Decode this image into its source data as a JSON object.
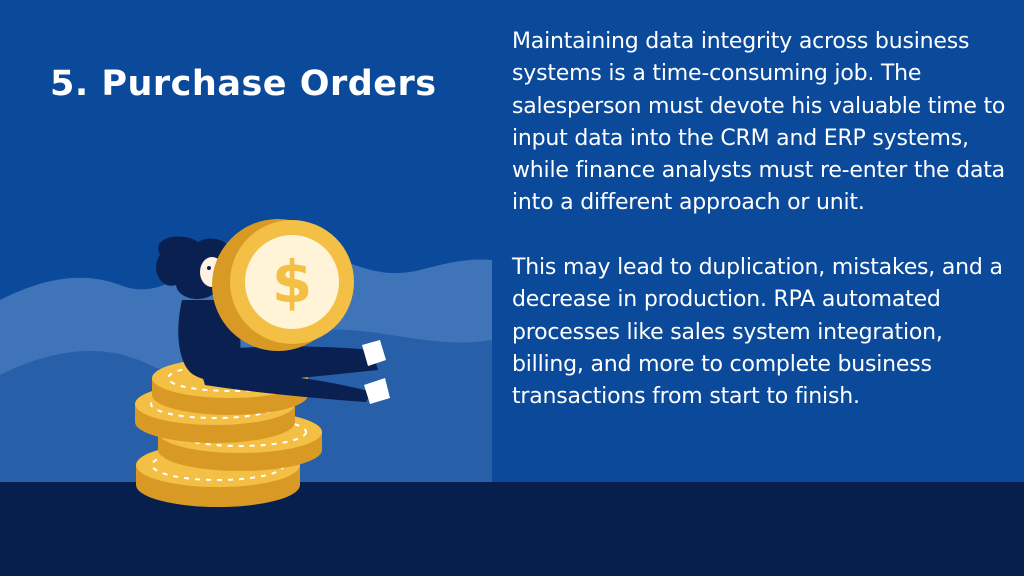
{
  "slide": {
    "title": "5. Purchase Orders",
    "paragraphs": [
      "Maintaining data integrity across business systems is a time-consuming job. The salesperson must devote his valuable time to input data into the CRM and ERP systems, while finance analysts must re-enter the data into a different approach or unit.",
      "This may lead to duplication, mistakes, and a decrease in production. RPA automated processes like sales system integration, billing, and more to complete business transactions from start to finish."
    ],
    "illustration": {
      "icon": "dollar-coin-icon",
      "coin_symbol": "$",
      "description_icon": "person-hugging-coin"
    },
    "colors": {
      "background": "#0b4a9b",
      "bottom_band": "#071f4d",
      "hill_light": "#3f74b8",
      "hill_mid": "#285fa9",
      "coin_gold": "#f3bf45",
      "coin_shadow": "#d99a25",
      "coin_inner": "#fff4d8",
      "person_dark": "#0a2051",
      "text": "#ffffff"
    }
  }
}
